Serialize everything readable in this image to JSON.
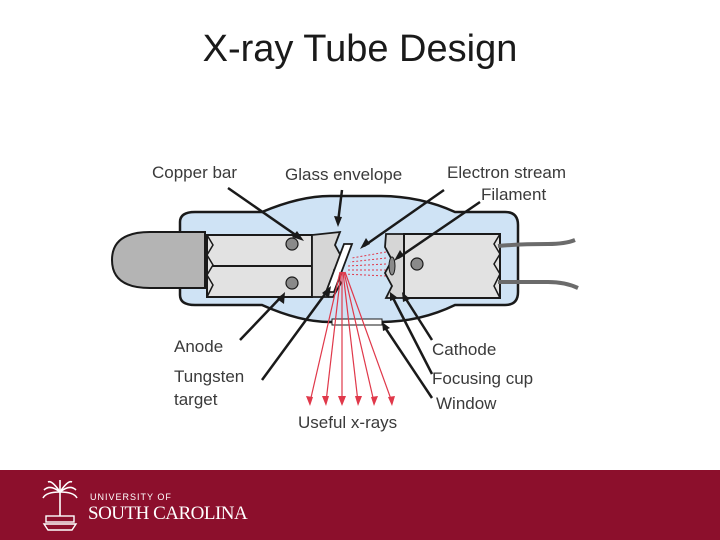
{
  "title": "X-ray Tube Design",
  "labels": {
    "copper_bar": "Copper bar",
    "glass_envelope": "Glass envelope",
    "electron_stream": "Electron stream",
    "filament": "Filament",
    "anode": "Anode",
    "tungsten": "Tungsten",
    "target": "target",
    "cathode": "Cathode",
    "focusing_cup": "Focusing cup",
    "window": "Window",
    "useful_xrays": "Useful x-rays"
  },
  "footer": {
    "line1": "UNIVERSITY OF",
    "line2": "SOUTH CAROLINA"
  },
  "colors": {
    "footer_bg": "#8c0f2c",
    "glass_fill": "#cfe3f5",
    "xray_lines": "#e0384a"
  }
}
